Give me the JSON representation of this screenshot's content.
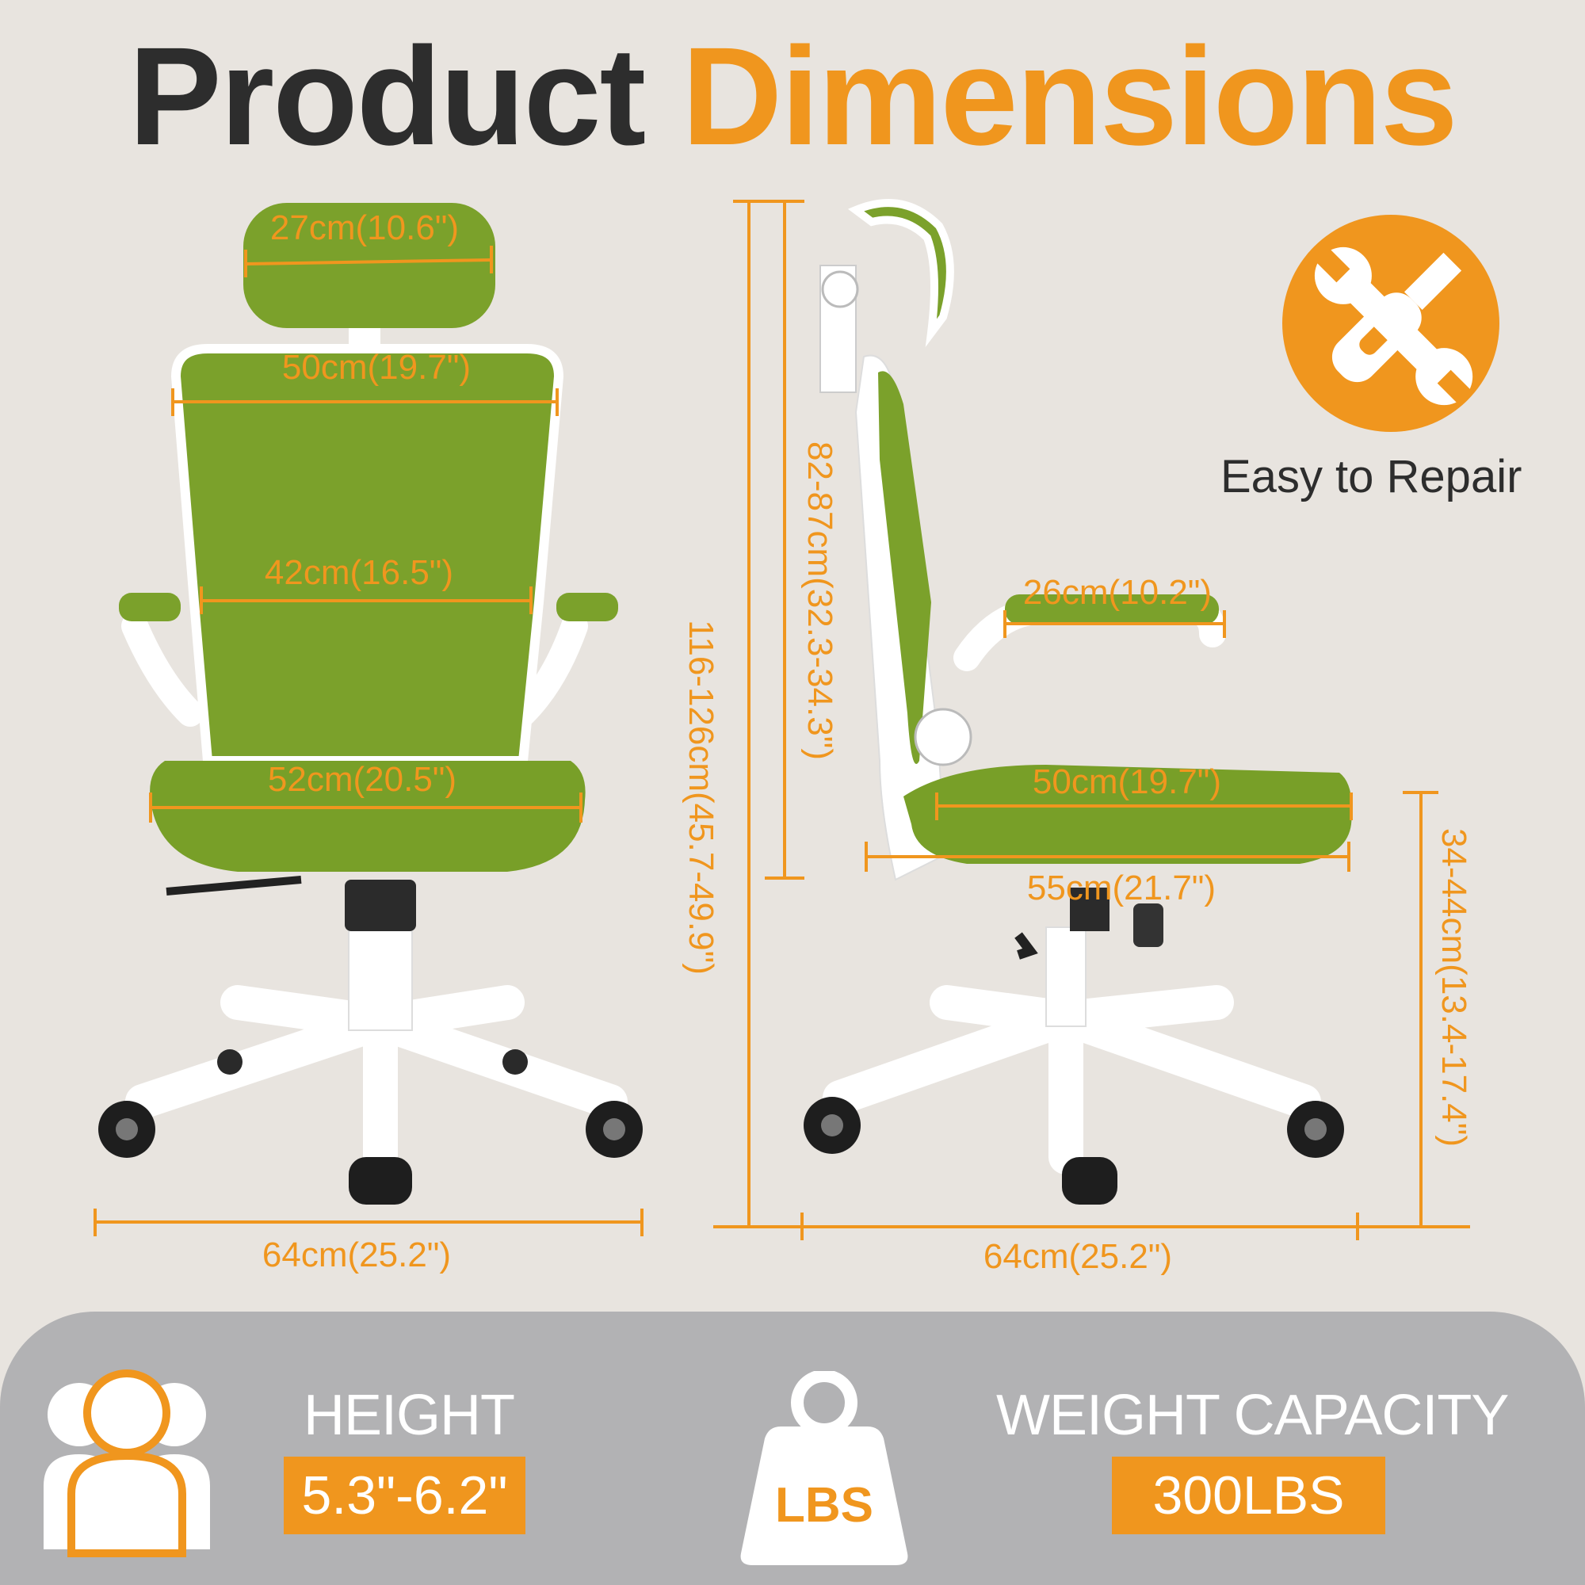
{
  "title": {
    "part1": "Product",
    "part2": "Dimensions"
  },
  "colors": {
    "accent": "#f0961e",
    "dark": "#2d2d2d",
    "mesh": "#7ba12b",
    "frame": "#ffffff",
    "band": "#b2b2b4",
    "background": "#e8e4df"
  },
  "front_view": {
    "headrest_width": "27cm(10.6\")",
    "back_top_width": "50cm(19.7\")",
    "back_mid_width": "42cm(16.5\")",
    "seat_width": "52cm(20.5\")",
    "base_width": "64cm(25.2\")"
  },
  "side_view": {
    "total_height": "116-126cm(45.7-49.9\")",
    "back_height": "82-87cm(32.3-34.3\")",
    "armrest_length": "26cm(10.2\")",
    "seat_depth": "50cm(19.7\")",
    "seat_to_back_depth": "55cm(21.7\")",
    "seat_height": "34-44cm(13.4-17.4\")",
    "base_width": "64cm(25.2\")"
  },
  "repair": {
    "label": "Easy to Repair",
    "icon": "wrench-screwdriver-icon"
  },
  "specs": {
    "height": {
      "title": "HEIGHT",
      "value": "5.3\"-6.2\"",
      "icon": "people-icon"
    },
    "weight": {
      "title": "WEIGHT CAPACITY",
      "value": "300LBS",
      "icon": "weight-icon",
      "icon_label": "LBS"
    }
  }
}
